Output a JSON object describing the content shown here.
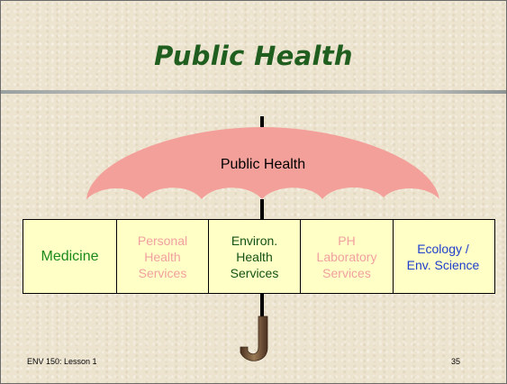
{
  "slide": {
    "title": "Public Health",
    "umbrella_label": "Public Health",
    "components": [
      {
        "label": "Medicine",
        "color": "#1a8a1a"
      },
      {
        "label": "Personal\nHealth\nServices",
        "color": "#f2a0a0"
      },
      {
        "label": "Environ.\nHealth\nServices",
        "color": "#145214"
      },
      {
        "label": "PH\nLaboratory\nServices",
        "color": "#f2a0a0"
      },
      {
        "label": "Ecology /\nEnv. Science",
        "color": "#1f3fcc"
      }
    ],
    "footer_left": "ENV 150: Lesson 1",
    "page_number": "35"
  },
  "colors": {
    "title": "#1f5e1f",
    "umbrella_canopy": "#f4a09a",
    "box_fill": "#ffffc6",
    "handle": "#7a5a3a"
  }
}
